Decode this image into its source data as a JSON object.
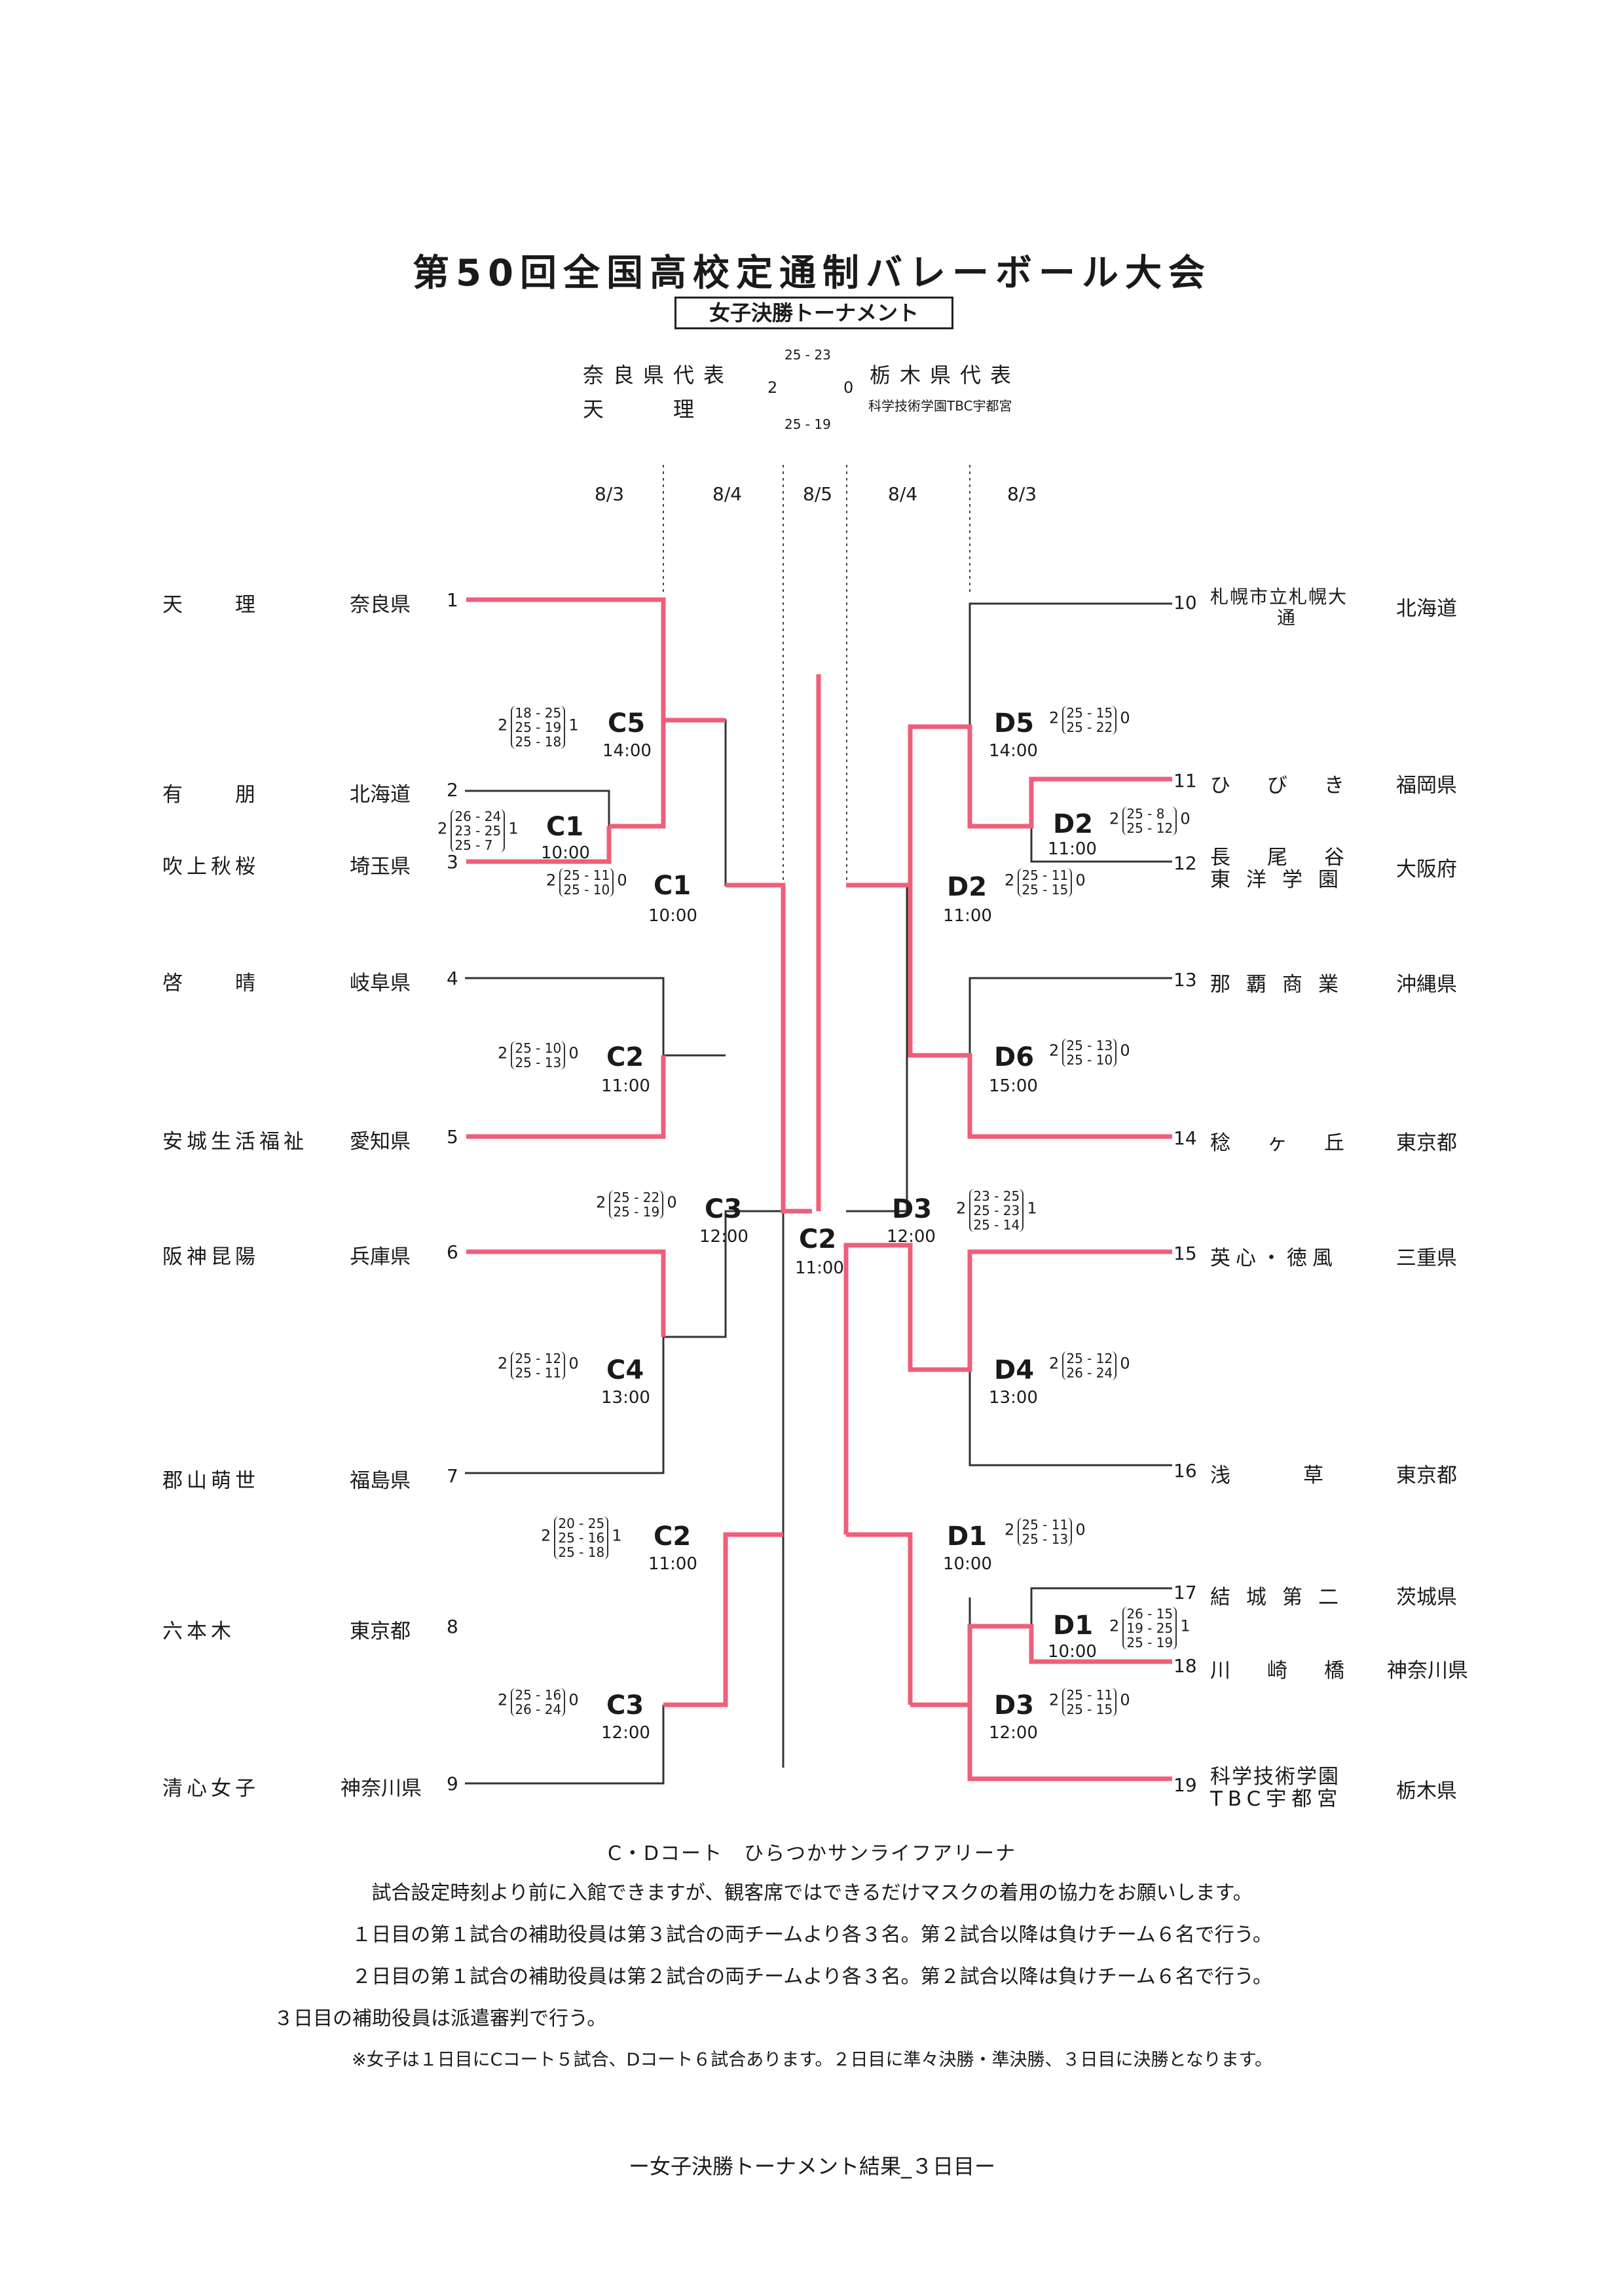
{
  "title": "第50回全国高校定通制バレーボール大会",
  "subtitle": "女子決勝トーナメント",
  "final": {
    "left_label": "奈良県代表",
    "left_team": "天　　理",
    "left_sets_won": "2",
    "right_label": "栃木県代表",
    "right_team": "科学技術学園TBC宇都宮",
    "right_sets_won": "0",
    "set1": "25 - 23",
    "set2": "25 - 19"
  },
  "dates": [
    "8/3",
    "8/4",
    "8/5",
    "8/4",
    "8/3"
  ],
  "left_teams": [
    {
      "seed": "1",
      "name": "天　　理",
      "pref": "奈良県"
    },
    {
      "seed": "2",
      "name": "有　　朋",
      "pref": "北海道"
    },
    {
      "seed": "3",
      "name": "吹上秋桜",
      "pref": "埼玉県"
    },
    {
      "seed": "4",
      "name": "啓　　晴",
      "pref": "岐阜県"
    },
    {
      "seed": "5",
      "name": "安城生活福祉",
      "pref": "愛知県"
    },
    {
      "seed": "6",
      "name": "阪神昆陽",
      "pref": "兵庫県"
    },
    {
      "seed": "7",
      "name": "郡山萌世",
      "pref": "福島県"
    },
    {
      "seed": "8",
      "name": "六本木",
      "pref": "東京都"
    },
    {
      "seed": "9",
      "name": "清心女子",
      "pref": "神奈川県"
    }
  ],
  "right_teams": [
    {
      "seed": "10",
      "name1": "札幌市立札幌大",
      "name2": "通",
      "pref": "北海道"
    },
    {
      "seed": "11",
      "name1": "ひびき",
      "name2": "",
      "pref": "福岡県"
    },
    {
      "seed": "12",
      "name1": "長尾谷",
      "name2": "東洋学園",
      "pref": "大阪府"
    },
    {
      "seed": "13",
      "name1": "那覇商業",
      "name2": "",
      "pref": "沖縄県"
    },
    {
      "seed": "14",
      "name1": "稔ヶ丘",
      "name2": "",
      "pref": "東京都"
    },
    {
      "seed": "15",
      "name1": "英心・徳風",
      "name2": "",
      "pref": "三重県"
    },
    {
      "seed": "16",
      "name1": "浅　草",
      "name2": "",
      "pref": "東京都"
    },
    {
      "seed": "17",
      "name1": "結城第二",
      "name2": "",
      "pref": "茨城県"
    },
    {
      "seed": "18",
      "name1": "川崎橋",
      "name2": "",
      "pref": "神奈川県"
    },
    {
      "seed": "19",
      "name1": "科学技術学園",
      "name2": "TBC宇都宮",
      "pref": "栃木県"
    }
  ],
  "matches": [
    {
      "label": "C5",
      "time": "14:00",
      "w": "2",
      "l": "1",
      "sets": [
        "18 - 25",
        "25 - 19",
        "25 - 18"
      ]
    },
    {
      "label": "C1",
      "time": "10:00",
      "w": "2",
      "l": "1",
      "sets": [
        "26 - 24",
        "23 - 25",
        "25 - 7"
      ]
    },
    {
      "label": "C1",
      "time": "10:00",
      "w": "2",
      "l": "0",
      "sets": [
        "25 - 11",
        "25 - 10"
      ]
    },
    {
      "label": "C2",
      "time": "11:00",
      "w": "2",
      "l": "0",
      "sets": [
        "25 - 10",
        "25 - 13"
      ]
    },
    {
      "label": "C3",
      "time": "12:00",
      "w": "2",
      "l": "0",
      "sets": [
        "25 - 22",
        "25 - 19"
      ]
    },
    {
      "label": "C4",
      "time": "13:00",
      "w": "2",
      "l": "0",
      "sets": [
        "25 - 12",
        "25 - 11"
      ]
    },
    {
      "label": "C2",
      "time": "11:00",
      "w": "2",
      "l": "1",
      "sets": [
        "20 - 25",
        "25 - 16",
        "25 - 18"
      ]
    },
    {
      "label": "C3",
      "time": "12:00",
      "w": "2",
      "l": "0",
      "sets": [
        "25 - 16",
        "26 - 24"
      ]
    },
    {
      "label": "C2",
      "time": "11:00",
      "w": "",
      "l": "",
      "sets": []
    },
    {
      "label": "D5",
      "time": "14:00",
      "w": "2",
      "l": "0",
      "sets": [
        "25 - 15",
        "25 - 22"
      ]
    },
    {
      "label": "D2",
      "time": "11:00",
      "w": "2",
      "l": "0",
      "sets": [
        "25 - 8",
        "25 - 12"
      ]
    },
    {
      "label": "D2",
      "time": "11:00",
      "w": "2",
      "l": "0",
      "sets": [
        "25 - 11",
        "25 - 15"
      ]
    },
    {
      "label": "D6",
      "time": "15:00",
      "w": "2",
      "l": "0",
      "sets": [
        "25 - 13",
        "25 - 10"
      ]
    },
    {
      "label": "D3",
      "time": "12:00",
      "w": "2",
      "l": "1",
      "sets": [
        "23 - 25",
        "25 - 23",
        "25 - 14"
      ]
    },
    {
      "label": "D4",
      "time": "13:00",
      "w": "2",
      "l": "0",
      "sets": [
        "25 - 12",
        "26 - 24"
      ]
    },
    {
      "label": "D1",
      "time": "10:00",
      "w": "2",
      "l": "0",
      "sets": [
        "25 - 11",
        "25 - 13"
      ]
    },
    {
      "label": "D1",
      "time": "10:00",
      "w": "2",
      "l": "1",
      "sets": [
        "26 - 15",
        "19 - 25",
        "25 - 19"
      ]
    },
    {
      "label": "D3",
      "time": "12:00",
      "w": "2",
      "l": "0",
      "sets": [
        "25 - 11",
        "25 - 15"
      ]
    }
  ],
  "venue": "C・Dコート　ひらつかサンライフアリーナ",
  "notes": [
    "試合設定時刻より前に入館できますが、観客席ではできるだけマスクの着用の協力をお願いします。",
    "１日目の第１試合の補助役員は第３試合の両チームより各３名。第２試合以降は負けチーム６名で行う。",
    "２日目の第１試合の補助役員は第２試合の両チームより各３名。第２試合以降は負けチーム６名で行う。",
    "３日目の補助役員は派遣審判で行う。",
    "※女子は１日目にCコート５試合、Dコート６試合あります。２日目に準々決勝・準決勝、３日目に決勝となります。"
  ],
  "footer": "ー女子決勝トーナメント結果_３日目ー",
  "colors": {
    "winner_line": "#ee5f7a",
    "line": "#333333"
  }
}
